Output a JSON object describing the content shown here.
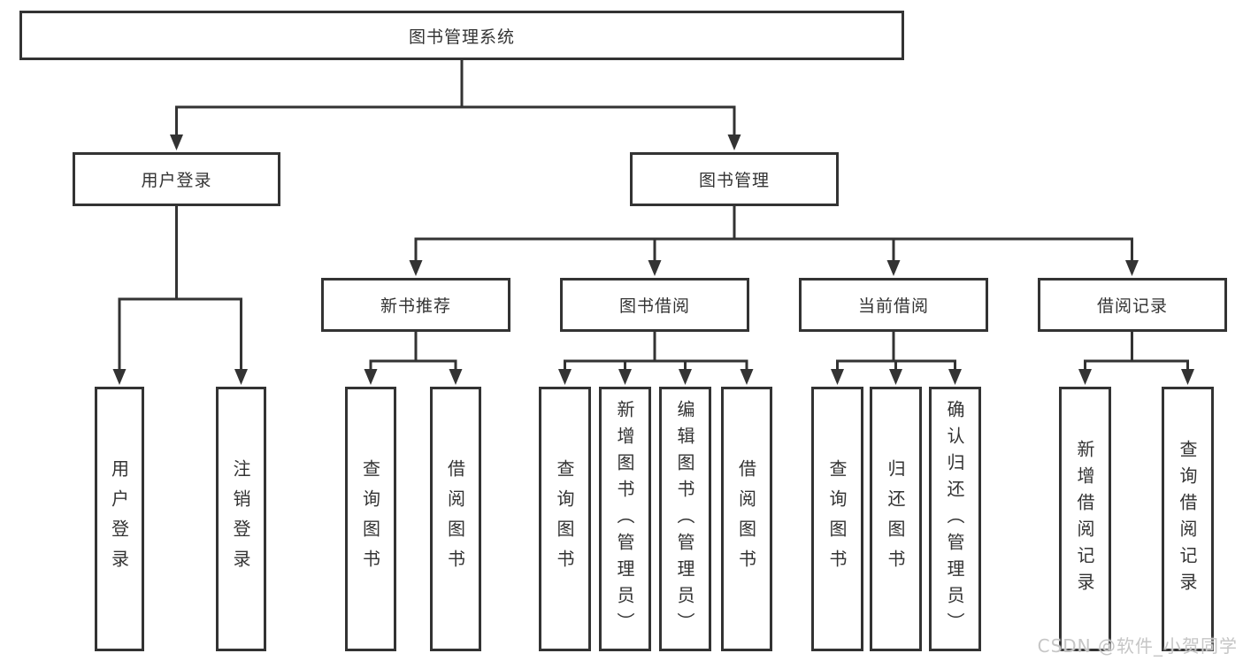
{
  "title": "图书管理系统",
  "tree": {
    "root": {
      "label": "图书管理系统"
    },
    "branches": [
      {
        "label": "用户登录",
        "children": [
          {
            "label": "用户登录"
          },
          {
            "label": "注销登录"
          }
        ]
      },
      {
        "label": "图书管理",
        "children": [
          {
            "label": "新书推荐",
            "children": [
              {
                "label": "查询图书"
              },
              {
                "label": "借阅图书"
              }
            ]
          },
          {
            "label": "图书借阅",
            "children": [
              {
                "label": "查询图书"
              },
              {
                "label": "新增图书（管理员）"
              },
              {
                "label": "编辑图书（管理员）"
              },
              {
                "label": "借阅图书"
              }
            ]
          },
          {
            "label": "当前借阅",
            "children": [
              {
                "label": "查询图书"
              },
              {
                "label": "归还图书"
              },
              {
                "label": "确认归还（管理员）"
              }
            ]
          },
          {
            "label": "借阅记录",
            "children": [
              {
                "label": "新增借阅记录"
              },
              {
                "label": "查询借阅记录"
              }
            ]
          }
        ]
      }
    ]
  },
  "watermark": {
    "text": "CSDN @软件_小贺同学"
  },
  "colors": {
    "line": "#333333",
    "box_border": "#333333",
    "text": "#333333",
    "watermark": "#c6c6c6",
    "background": "#ffffff"
  }
}
